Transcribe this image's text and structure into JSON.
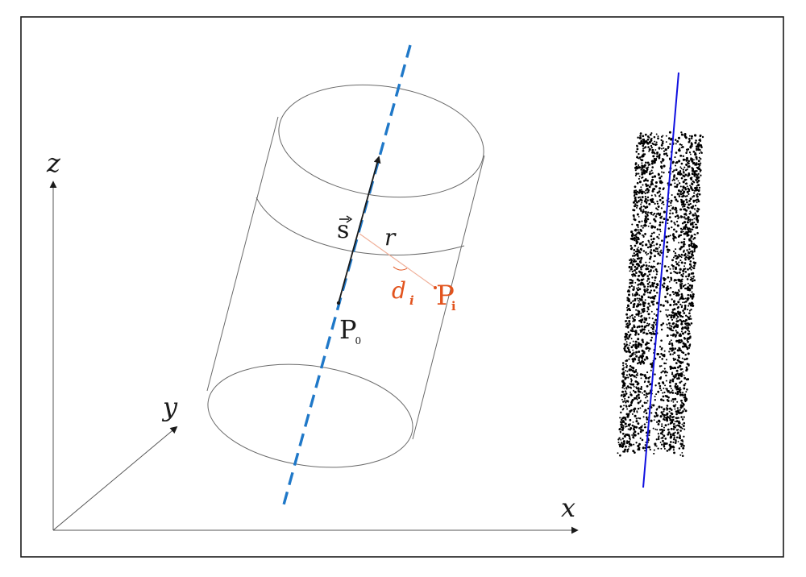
{
  "labels": {
    "z_axis": "z",
    "y_axis": "y",
    "x_axis": "x",
    "direction_vector": "s",
    "radius": "r",
    "distance": "d",
    "distance_sub": "i",
    "point": "P",
    "point_sub": "i",
    "origin_point": "P",
    "origin_sub": "0"
  },
  "colors": {
    "axis_line": "#1f78c8",
    "fit_line": "#1010e0",
    "highlight": "#e2531d",
    "points": "#000000"
  }
}
